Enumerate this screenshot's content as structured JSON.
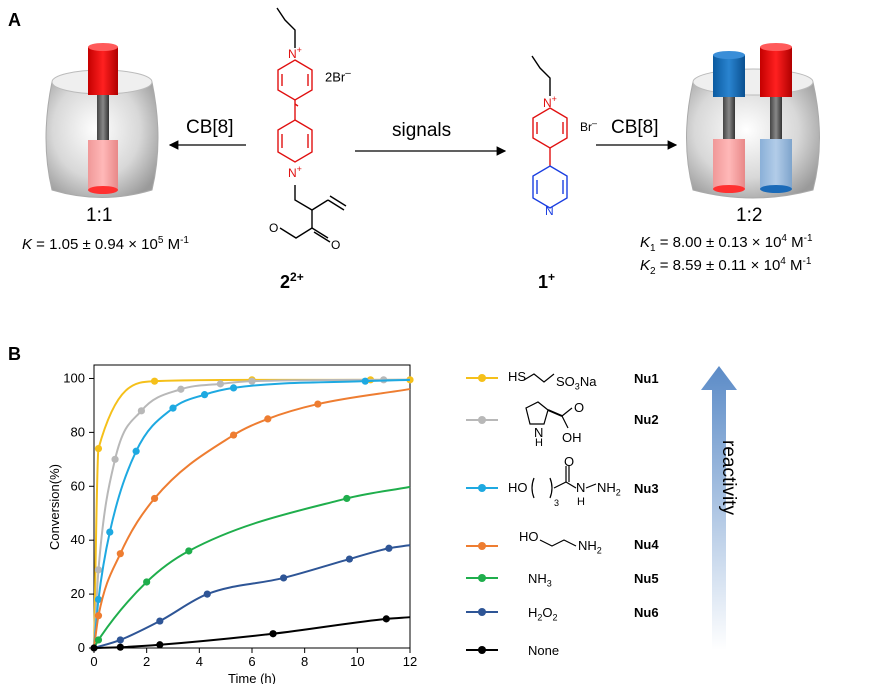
{
  "panel_a": {
    "label": "A",
    "left_host": "CB[8]",
    "right_host": "CB[8]",
    "arrow_label": "signals",
    "left_ratio": "1:1",
    "left_k_sym": "K",
    "left_k_val": " = 1.05 ± 0.94 × 10",
    "left_k_exp": "5",
    "left_k_unit": " M",
    "left_k_unit_exp": "-1",
    "right_ratio": "1:2",
    "k1_sym": "K",
    "k1_sub": "1",
    "k1_val": " = 8.00 ± 0.13 × 10",
    "k1_exp": "4",
    "k1_unit": " M",
    "k1_unit_exp": "-1",
    "k2_sym": "K",
    "k2_sub": "2",
    "k2_val": " = 8.59 ± 0.11 × 10",
    "k2_exp": "4",
    "k2_unit": " M",
    "k2_unit_exp": "-1",
    "compound2_name": "2",
    "compound2_charge": "2+",
    "compound1_name": "1",
    "compound1_charge": "+",
    "counterion2": "2Br",
    "counterion2_charge": "–",
    "counterion1": "Br",
    "counterion1_charge": "–",
    "n_atom": "N",
    "n_plus": "+",
    "o_atom": "O",
    "pyridine_n": "N"
  },
  "panel_b": {
    "label": "B",
    "reactivity_label": "reactivity",
    "legend": [
      {
        "name": "Nu1",
        "color": "#f5c01a",
        "chem": [
          "HS",
          "SO",
          "3",
          "Na"
        ]
      },
      {
        "name": "Nu2",
        "color": "#b8b8b8",
        "chem": [
          "N",
          "H",
          "O",
          "OH"
        ]
      },
      {
        "name": "Nu3",
        "color": "#1ea9e1",
        "chem": [
          "HO",
          "3",
          "O",
          "N",
          "H",
          "NH",
          "2"
        ]
      },
      {
        "name": "Nu4",
        "color": "#ee7d31",
        "chem": [
          "HO",
          "NH",
          "2"
        ]
      },
      {
        "name": "Nu5",
        "color": "#1fae4c",
        "chem": [
          "NH",
          "3"
        ]
      },
      {
        "name": "Nu6",
        "color": "#2e5596",
        "chem": [
          "H",
          "2",
          "O",
          "2"
        ]
      },
      {
        "name": "None",
        "color": "#000000",
        "chem": []
      }
    ]
  },
  "chart_data": {
    "type": "line",
    "xlabel": "Time (h)",
    "ylabel": "Conversion(%)",
    "xlim": [
      0,
      12
    ],
    "ylim": [
      0,
      105
    ],
    "xticks": [
      0,
      2,
      4,
      6,
      8,
      10,
      12
    ],
    "yticks": [
      0,
      20,
      40,
      60,
      80,
      100
    ],
    "grid": false,
    "series": [
      {
        "name": "Nu1",
        "color": "#f5c01a",
        "points": [
          [
            0,
            0
          ],
          [
            0.17,
            74
          ],
          [
            2.3,
            99
          ],
          [
            6,
            99.5
          ],
          [
            10.5,
            99.5
          ],
          [
            12,
            99.5
          ]
        ]
      },
      {
        "name": "Nu2",
        "color": "#b8b8b8",
        "points": [
          [
            0,
            0
          ],
          [
            0.17,
            29
          ],
          [
            0.8,
            70
          ],
          [
            1.8,
            88
          ],
          [
            3.3,
            96
          ],
          [
            4.8,
            98
          ],
          [
            6,
            99
          ],
          [
            11,
            99.5
          ]
        ]
      },
      {
        "name": "Nu3",
        "color": "#1ea9e1",
        "points": [
          [
            0,
            0
          ],
          [
            0.17,
            18
          ],
          [
            0.6,
            43
          ],
          [
            1.6,
            73
          ],
          [
            3,
            89
          ],
          [
            4.2,
            94
          ],
          [
            5.3,
            96.5
          ],
          [
            10.3,
            99
          ]
        ]
      },
      {
        "name": "Nu4",
        "color": "#ee7d31",
        "points": [
          [
            0,
            0
          ],
          [
            0.17,
            12
          ],
          [
            1,
            35
          ],
          [
            2.3,
            55.5
          ],
          [
            5.3,
            79
          ],
          [
            6.6,
            85
          ],
          [
            8.5,
            90.5
          ]
        ]
      },
      {
        "name": "Nu5",
        "color": "#1fae4c",
        "points": [
          [
            0,
            0
          ],
          [
            0.17,
            3
          ],
          [
            2,
            24.5
          ],
          [
            3.6,
            36
          ],
          [
            9.6,
            55.5
          ]
        ]
      },
      {
        "name": "Nu6",
        "color": "#2e5596",
        "points": [
          [
            0,
            0
          ],
          [
            1,
            3
          ],
          [
            2.5,
            10
          ],
          [
            4.3,
            20
          ],
          [
            7.2,
            26
          ],
          [
            9.7,
            33
          ],
          [
            11.2,
            37
          ]
        ]
      },
      {
        "name": "None",
        "color": "#000000",
        "points": [
          [
            0,
            0
          ],
          [
            1,
            0.3
          ],
          [
            2.5,
            1.2
          ],
          [
            6.8,
            5.3
          ],
          [
            11.1,
            10.8
          ]
        ]
      }
    ]
  }
}
